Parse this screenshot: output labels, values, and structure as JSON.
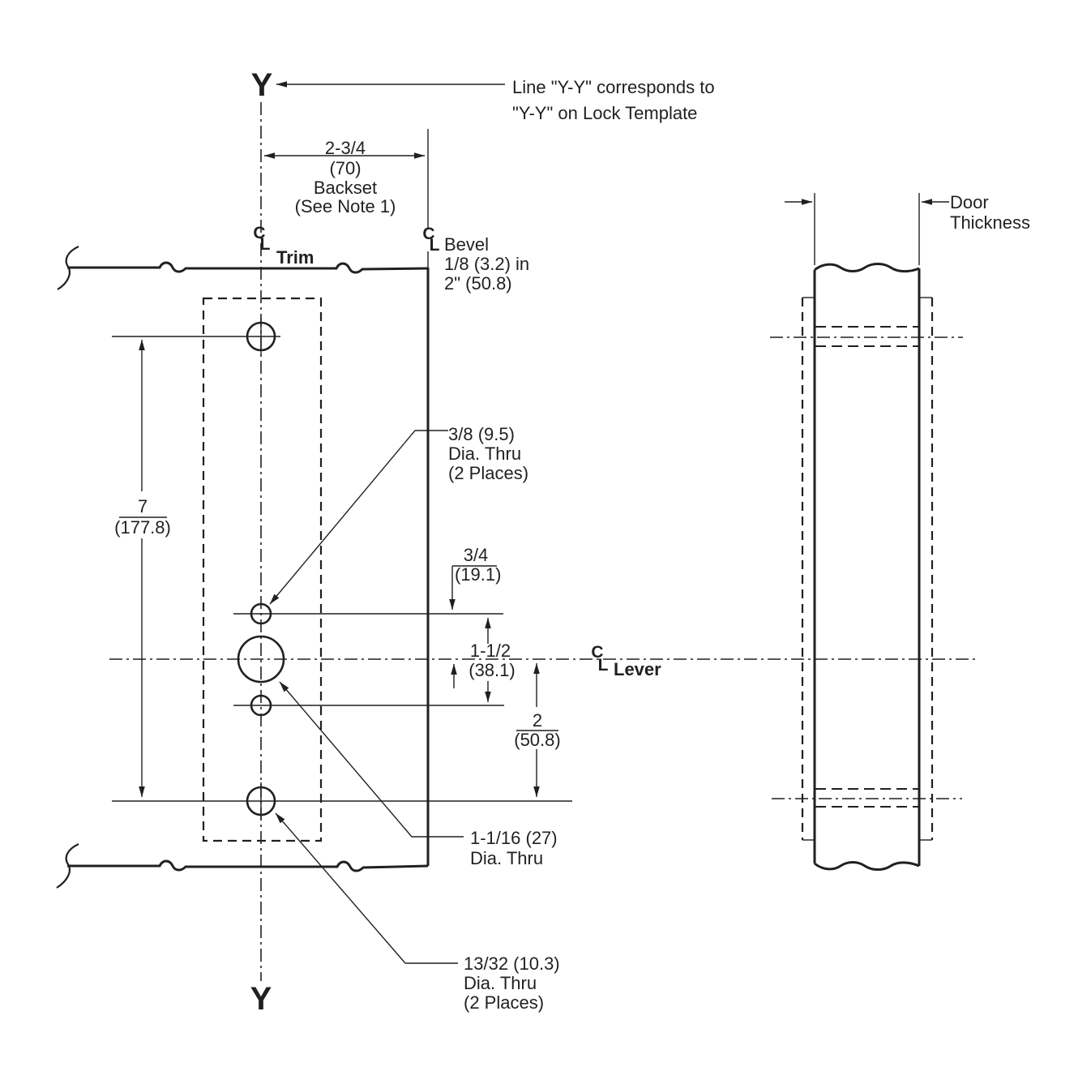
{
  "page": {
    "background": "#ffffff",
    "ink": "#231f20",
    "description": "Door lock installation template drawing"
  },
  "axis": {
    "top": "Y",
    "bottom": "Y"
  },
  "note_yy": {
    "line1": "Line \"Y-Y\" corresponds to",
    "line2": "\"Y-Y\" on Lock Template"
  },
  "cl": {
    "c": "C",
    "l": "L"
  },
  "labels": {
    "trim": "Trim",
    "lever": "Lever"
  },
  "bevel": {
    "title": "Bevel",
    "line2": "1/8 (3.2) in",
    "line3": "2\" (50.8)"
  },
  "backset": {
    "value": "2-3/4",
    "metric": "(70)",
    "word": "Backset",
    "note": "(See Note 1)"
  },
  "door_thickness": {
    "line1": "Door",
    "line2": "Thickness"
  },
  "dims": {
    "height7": {
      "value": "7",
      "metric": "(177.8)"
    },
    "threeQuarter": {
      "value": "3/4",
      "metric": "(19.1)"
    },
    "oneHalf": {
      "value": "1-1/2",
      "metric": "(38.1)"
    },
    "two": {
      "value": "2",
      "metric": "(50.8)"
    }
  },
  "holes": {
    "h38": {
      "line1": "3/8 (9.5)",
      "line2": "Dia. Thru",
      "line3": "(2 Places)"
    },
    "h1116": {
      "line1": "1-1/16 (27)",
      "line2": "Dia. Thru"
    },
    "h1332": {
      "line1": "13/32 (10.3)",
      "line2": "Dia. Thru",
      "line3": "(2 Places)"
    }
  }
}
